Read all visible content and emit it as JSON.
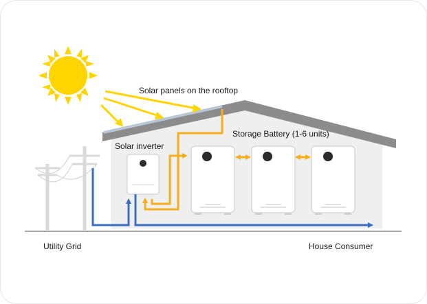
{
  "labels": {
    "solar_panels": "Solar panels on the rooftop",
    "storage_battery": "Storage Battery (1-6 units)",
    "solar_inverter": "Solar inverter",
    "utility_grid": "Utility Grid",
    "house_consumer": "House Consumer"
  },
  "battery_count_shown": 3,
  "colors": {
    "sun": "#ffd400",
    "sun_rays": "#ffd400",
    "roof": "#8c8c8c",
    "house_wall": "#efefef",
    "solar_flow": "#f6ae1a",
    "grid_flow": "#3b6cc4",
    "poles": "#d9d9d9",
    "ground": "#a6a6a6",
    "device_body": "#ffffff",
    "device_button": "#2b2b2b"
  },
  "icons": [
    "sun-icon",
    "utility-pole-icon",
    "solar-inverter-icon",
    "battery-unit-icon"
  ]
}
